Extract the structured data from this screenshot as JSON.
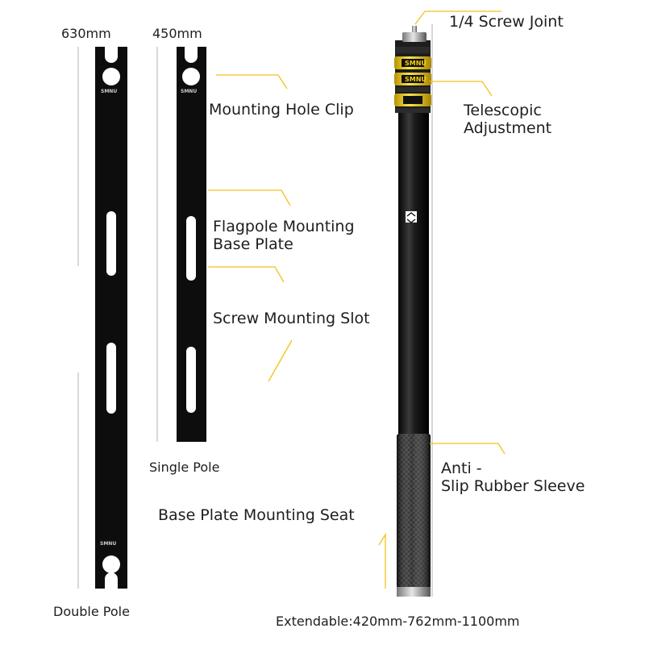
{
  "dimensions": {
    "double_length": "630mm",
    "single_length": "450mm"
  },
  "brand": {
    "plate_logo_text": "SMNU",
    "pole_logo_text": "SMNU"
  },
  "callouts": {
    "mounting_hole_clip": "Mounting Hole Clip",
    "flagpole_line1": "Flagpole Mounting",
    "flagpole_line2": "Base Plate",
    "screw_slot": "Screw Mounting Slot",
    "base_seat": "Base Plate Mounting Seat",
    "screw_joint": "1/4 Screw Joint",
    "telescopic_line1": "Telescopic",
    "telescopic_line2": "Adjustment",
    "anti_slip_line1": "Anti -",
    "anti_slip_line2": "Slip Rubber Sleeve"
  },
  "captions": {
    "single": "Single Pole",
    "double": "Double Pole",
    "extendable": "Extendable:420mm-762mm-1100mm"
  },
  "colors": {
    "accent_yellow": "#f2c21b",
    "plate_black": "#0d0d0d",
    "ring_yellow": "#f5d10f"
  },
  "icons": [
    "mounting-hole",
    "screw-slot",
    "yellow-ring",
    "screw-thread"
  ]
}
